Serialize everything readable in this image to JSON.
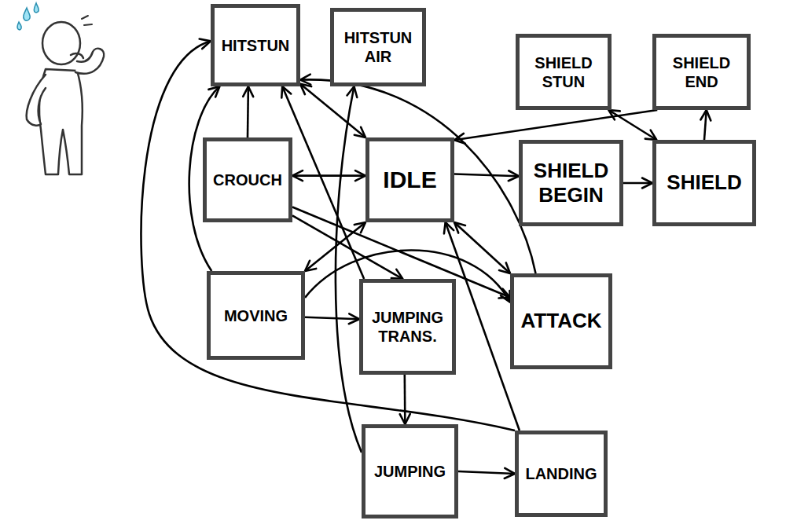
{
  "diagram": {
    "nodes": [
      {
        "text": [
          "HITSTUN"
        ]
      },
      {
        "text": [
          "HITSTUN AIR"
        ]
      },
      {
        "text": [
          "SHIELD STUN"
        ]
      },
      {
        "text": [
          "SHIELD END"
        ]
      },
      {
        "text": [
          "CROUCH"
        ]
      },
      {
        "text": [
          "IDLE"
        ]
      },
      {
        "text": [
          "SHIELD BEGIN"
        ]
      },
      {
        "text": [
          "SHIELD"
        ]
      },
      {
        "text": [
          "MOVING"
        ]
      },
      {
        "text": [
          "JUMPING TRANS."
        ]
      },
      {
        "text": [
          "ATTACK"
        ]
      },
      {
        "text": [
          "JUMPING"
        ]
      },
      {
        "text": [
          "LANDING"
        ]
      }
    ],
    "edges": [
      {
        "from": 4,
        "to": 0,
        "arrow": "to"
      },
      {
        "from": 4,
        "to": 5,
        "arrow": "both"
      },
      {
        "from": 5,
        "to": 0,
        "arrow": "both"
      },
      {
        "from": 5,
        "to": 6,
        "arrow": "to"
      },
      {
        "from": 6,
        "to": 7,
        "arrow": "to"
      },
      {
        "from": 7,
        "to": 3,
        "arrow": "to"
      },
      {
        "from": 2,
        "to": 7,
        "arrow": "both"
      },
      {
        "from": 3,
        "to": 5,
        "arrow": "to"
      },
      {
        "from": 8,
        "to": 5,
        "arrow": "both"
      },
      {
        "from": 8,
        "to": 0,
        "arrow": "to"
      },
      {
        "from": 8,
        "to": 9,
        "arrow": "to"
      },
      {
        "from": 8,
        "to": 10,
        "arrow": "to"
      },
      {
        "from": 4,
        "to": 9,
        "arrow": "to"
      },
      {
        "from": 4,
        "to": 10,
        "arrow": "to"
      },
      {
        "from": 9,
        "to": 0,
        "arrow": "to"
      },
      {
        "from": 9,
        "to": 11,
        "arrow": "to"
      },
      {
        "from": 11,
        "to": 1,
        "arrow": "to"
      },
      {
        "from": 11,
        "to": 12,
        "arrow": "to"
      },
      {
        "from": 12,
        "to": 5,
        "arrow": "to"
      },
      {
        "from": 12,
        "to": 0,
        "arrow": "to"
      },
      {
        "from": 10,
        "to": 5,
        "arrow": "both"
      },
      {
        "from": 10,
        "to": 0,
        "arrow": "to"
      }
    ]
  }
}
